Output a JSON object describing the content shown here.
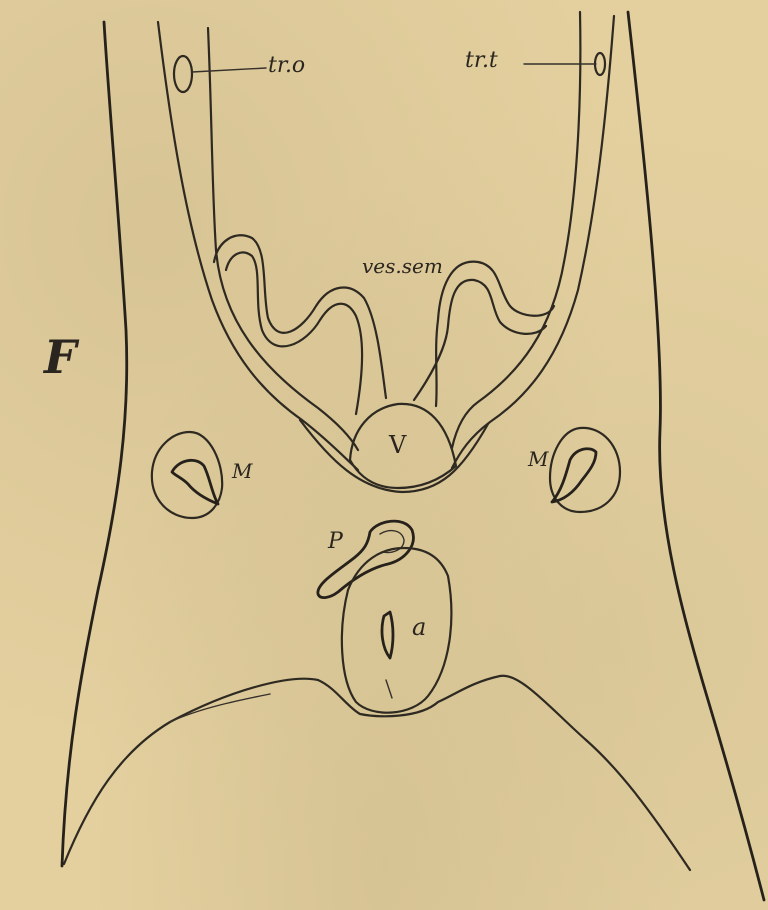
{
  "figure": {
    "letter": "F",
    "labels": {
      "tro": "tr.o",
      "trt": "tr.t",
      "vessem": "ves.sem",
      "v": "V",
      "m_left": "M",
      "m_right": "M",
      "p": "P",
      "a": "a"
    }
  },
  "colors": {
    "paper": "#e4d09f",
    "ink": "#2e2a22"
  }
}
